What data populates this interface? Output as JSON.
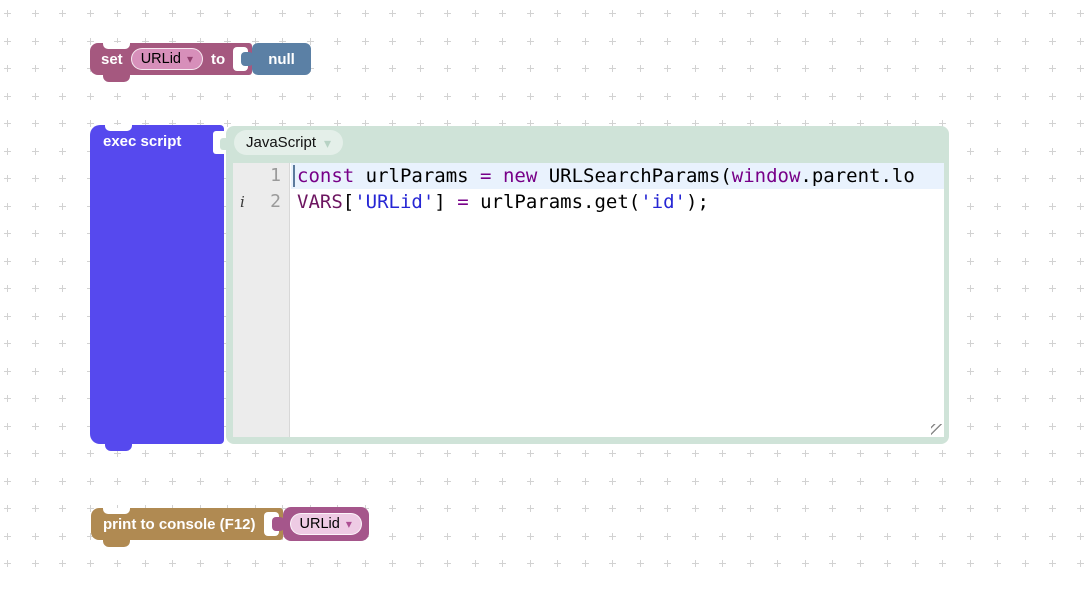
{
  "icons": {
    "dropdown_arrow": "▾"
  },
  "set_block": {
    "set_label": "set",
    "variable": "URLid",
    "to_label": "to",
    "value_label": "null"
  },
  "exec_block": {
    "label": "exec script",
    "language": "JavaScript",
    "editor": {
      "token_colors": {
        "kw": "#770088",
        "str": "#2626d4",
        "v2": "#6d1560",
        "pl": "#000000"
      },
      "lines": [
        {
          "number": "1",
          "marker": "",
          "active": true,
          "tokens": [
            {
              "t": "const",
              "c": "kw"
            },
            {
              "t": " urlParams ",
              "c": "pl"
            },
            {
              "t": "=",
              "c": "kw"
            },
            {
              "t": " ",
              "c": "pl"
            },
            {
              "t": "new",
              "c": "kw"
            },
            {
              "t": " URLSearchParams(",
              "c": "pl"
            },
            {
              "t": "window",
              "c": "kw"
            },
            {
              "t": ".parent.lo",
              "c": "pl"
            }
          ]
        },
        {
          "number": "2",
          "marker": "i",
          "active": false,
          "tokens": [
            {
              "t": "VARS",
              "c": "v2"
            },
            {
              "t": "[",
              "c": "pl"
            },
            {
              "t": "'URLid'",
              "c": "str"
            },
            {
              "t": "] ",
              "c": "pl"
            },
            {
              "t": "=",
              "c": "kw"
            },
            {
              "t": " urlParams.get(",
              "c": "pl"
            },
            {
              "t": "'id'",
              "c": "str"
            },
            {
              "t": ");",
              "c": "pl"
            }
          ]
        }
      ]
    }
  },
  "print_block": {
    "label": "print to console (F12)",
    "variable": "URLid"
  },
  "colors": {
    "set_body": "#a5587f",
    "set_pill": "#d78fba",
    "value_body": "#5b80a5",
    "exec_body": "#5649ee",
    "script_panel": "#cfe3d8",
    "lang_pill": "#e4efe9",
    "print_body": "#b08a52",
    "var_body": "#a5568b",
    "var_pill": "#eecbe4",
    "active_line_bg": "#e9f2fd",
    "gutter_bg": "#ececec"
  }
}
